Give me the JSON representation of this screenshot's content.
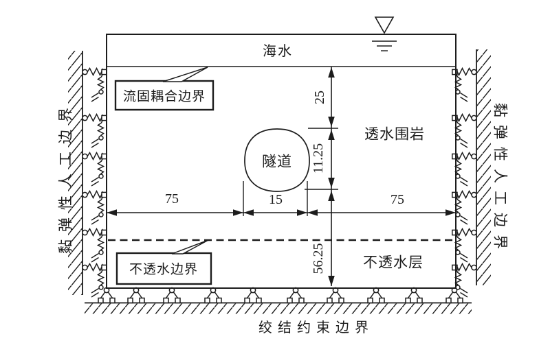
{
  "colors": {
    "ink": "#1c1c1c",
    "paper": "#ffffff"
  },
  "labels": {
    "sea": "海水",
    "surrounding_rock": "透水围岩",
    "tunnel": "隧道",
    "impermeable_layer": "不透水层",
    "coupling_boundary": "流固耦合边界",
    "impermeable_boundary": "不透水边界",
    "left_artificial_boundary": "黏弹性人工边界",
    "right_artificial_boundary": "黏弹性人工边界",
    "bottom_constraint_boundary": "绞结约束边界"
  },
  "dims": {
    "sea_floor_to_tunnel_crown": "25",
    "tunnel_height": "11.25",
    "tunnel_invert_to_base": "56.25",
    "left_width": "75",
    "tunnel_width": "15",
    "right_width": "75"
  },
  "icons": {
    "water_level": "inverted-triangle-water-table",
    "spring": "zigzag-spring-damper",
    "support": "pinned-triangle-support"
  }
}
